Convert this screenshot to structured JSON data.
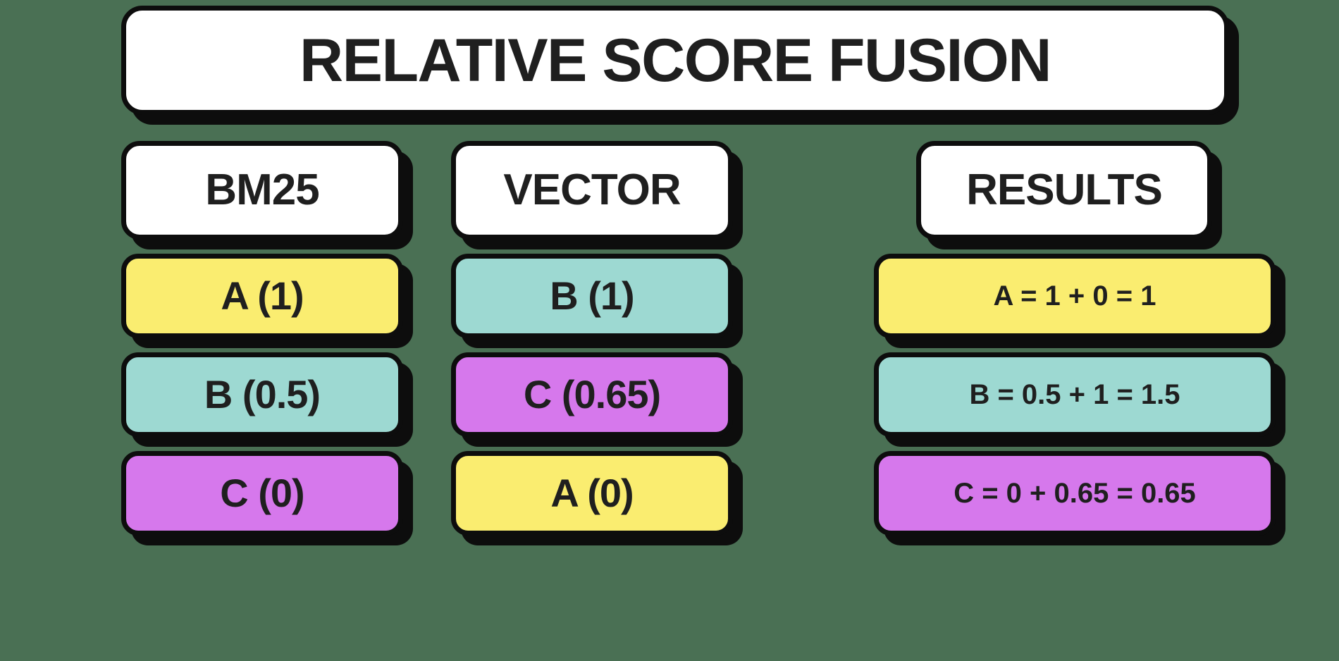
{
  "title": "RELATIVE SCORE FUSION",
  "palette": {
    "background": "#4A7054",
    "stroke": "#0D0D0D",
    "text": "#1F1F1F",
    "white": "#FFFFFF",
    "yellow": "#FAED70",
    "teal": "#9DD9D2",
    "purple": "#D678EC"
  },
  "columns": [
    {
      "header": "BM25",
      "cells": [
        {
          "label": "A (1)",
          "fill": "yellow"
        },
        {
          "label": "B (0.5)",
          "fill": "teal"
        },
        {
          "label": "C (0)",
          "fill": "purple"
        }
      ]
    },
    {
      "header": "VECTOR",
      "cells": [
        {
          "label": "B (1)",
          "fill": "teal"
        },
        {
          "label": "C (0.65)",
          "fill": "purple"
        },
        {
          "label": "A (0)",
          "fill": "yellow"
        }
      ]
    },
    {
      "header": "RESULTS",
      "cells": [
        {
          "label": "A = 1 + 0 = 1",
          "fill": "yellow"
        },
        {
          "label": "B = 0.5 + 1 = 1.5",
          "fill": "teal"
        },
        {
          "label": "C = 0 + 0.65 = 0.65",
          "fill": "purple"
        }
      ]
    }
  ],
  "chart_data": {
    "type": "table",
    "title": "RELATIVE SCORE FUSION",
    "columns": [
      "BM25",
      "VECTOR",
      "RESULTS"
    ],
    "rows": [
      [
        "A (1)",
        "B (1)",
        "A = 1 + 0 = 1"
      ],
      [
        "B (0.5)",
        "C (0.65)",
        "B = 0.5 + 1 = 1.5"
      ],
      [
        "C (0)",
        "A (0)",
        "C = 0 + 0.65 = 0.65"
      ]
    ],
    "documents": [
      {
        "id": "A",
        "bm25_score": 1,
        "vector_score": 0,
        "fused_score": 1
      },
      {
        "id": "B",
        "bm25_score": 0.5,
        "vector_score": 1,
        "fused_score": 1.5
      },
      {
        "id": "C",
        "bm25_score": 0,
        "vector_score": 0.65,
        "fused_score": 0.65
      }
    ]
  }
}
